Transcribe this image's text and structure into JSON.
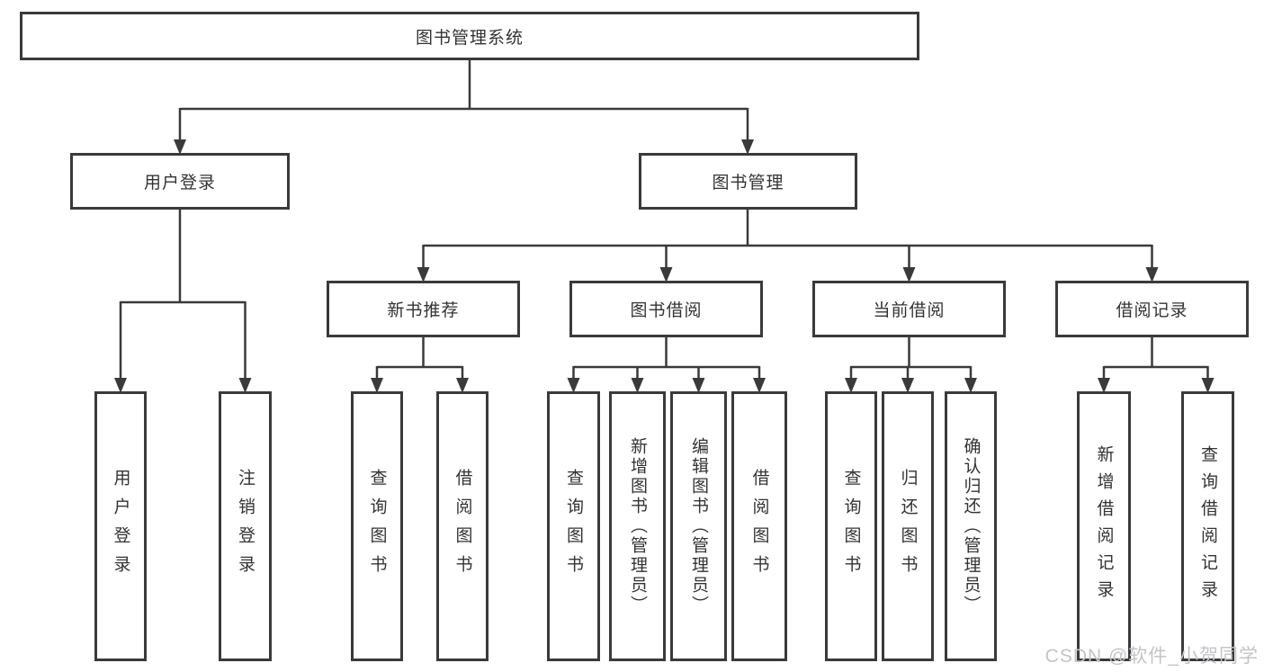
{
  "diagram": {
    "root": {
      "label": "图书管理系统"
    },
    "level2": [
      {
        "label": "用户登录"
      },
      {
        "label": "图书管理"
      }
    ],
    "level3": [
      {
        "label": "新书推荐"
      },
      {
        "label": "图书借阅"
      },
      {
        "label": "当前借阅"
      },
      {
        "label": "借阅记录"
      }
    ],
    "leaves": [
      {
        "label": "用户登录"
      },
      {
        "label": "注销登录"
      },
      {
        "label": "查询图书"
      },
      {
        "label": "借阅图书"
      },
      {
        "label": "查询图书"
      },
      {
        "label": "新增图书（管理员）"
      },
      {
        "label": "编辑图书（管理员）"
      },
      {
        "label": "借阅图书"
      },
      {
        "label": "查询图书"
      },
      {
        "label": "归还图书"
      },
      {
        "label": "确认归还（管理员）"
      },
      {
        "label": "新增借阅记录"
      },
      {
        "label": "查询借阅记录"
      }
    ]
  },
  "watermark": {
    "text": "CSDN @软件_小贺同学"
  },
  "colors": {
    "line": "#3a3a3a",
    "text": "#333333",
    "watermark": "#c3c4c8",
    "background": "#ffffff"
  }
}
